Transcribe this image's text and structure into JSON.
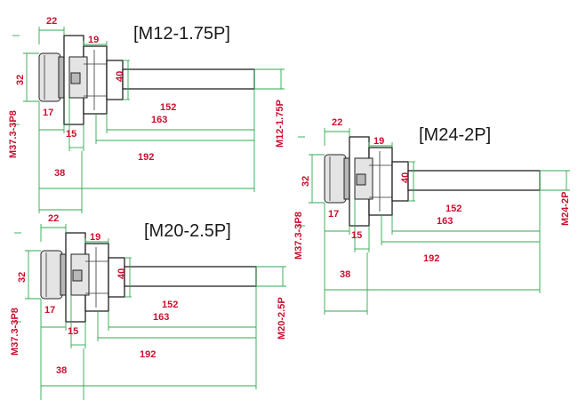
{
  "drawings": [
    {
      "title": "[M12-1.75P]",
      "thread_label": "M12-1.75P",
      "dims": {
        "d22": "22",
        "d19": "19",
        "d32": "32",
        "d40": "40",
        "d17": "17",
        "d15": "15",
        "d152": "152",
        "d163": "163",
        "d192": "192",
        "d38": "38",
        "side": "M37.3-3P8"
      }
    },
    {
      "title": "[M24-2P]",
      "thread_label": "M24-2P",
      "dims": {
        "d22": "22",
        "d19": "19",
        "d32": "32",
        "d40": "40",
        "d17": "17",
        "d15": "15",
        "d152": "152",
        "d163": "163",
        "d192": "192",
        "d38": "38",
        "side": "M37.3-3P8"
      }
    },
    {
      "title": "[M20-2.5P]",
      "thread_label": "M20-2.5P",
      "dims": {
        "d22": "22",
        "d19": "19",
        "d32": "32",
        "d40": "40",
        "d17": "17",
        "d15": "15",
        "d152": "152",
        "d163": "163",
        "d192": "192",
        "d38": "38",
        "side": "M37.3-3P8"
      }
    }
  ],
  "colors": {
    "dimension_line": "#2fa84f",
    "dimension_text": "#c8102e",
    "outline": "#222222"
  }
}
